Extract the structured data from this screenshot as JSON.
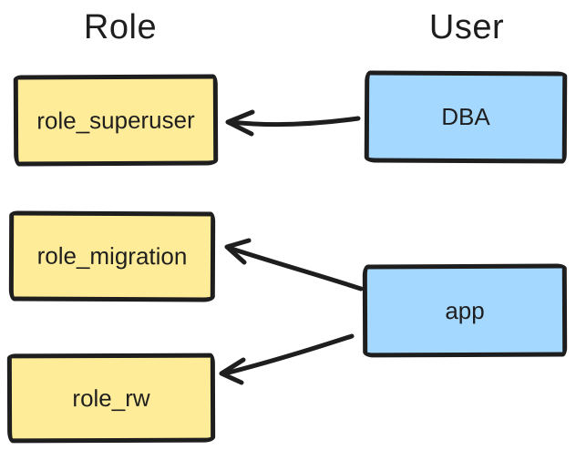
{
  "diagram": {
    "columns": [
      {
        "label": "Role"
      },
      {
        "label": "User"
      }
    ],
    "roles": [
      {
        "label": "role_superuser"
      },
      {
        "label": "role_migration"
      },
      {
        "label": "role_rw"
      }
    ],
    "users": [
      {
        "label": "DBA"
      },
      {
        "label": "app"
      }
    ],
    "edges": [
      {
        "from": "DBA",
        "to": "role_superuser"
      },
      {
        "from": "app",
        "to": "role_migration"
      },
      {
        "from": "app",
        "to": "role_rw"
      }
    ],
    "colors": {
      "role_fill": "#ffec99",
      "user_fill": "#a5d8ff",
      "stroke": "#1e1e1e",
      "background": "#ffffff"
    }
  }
}
